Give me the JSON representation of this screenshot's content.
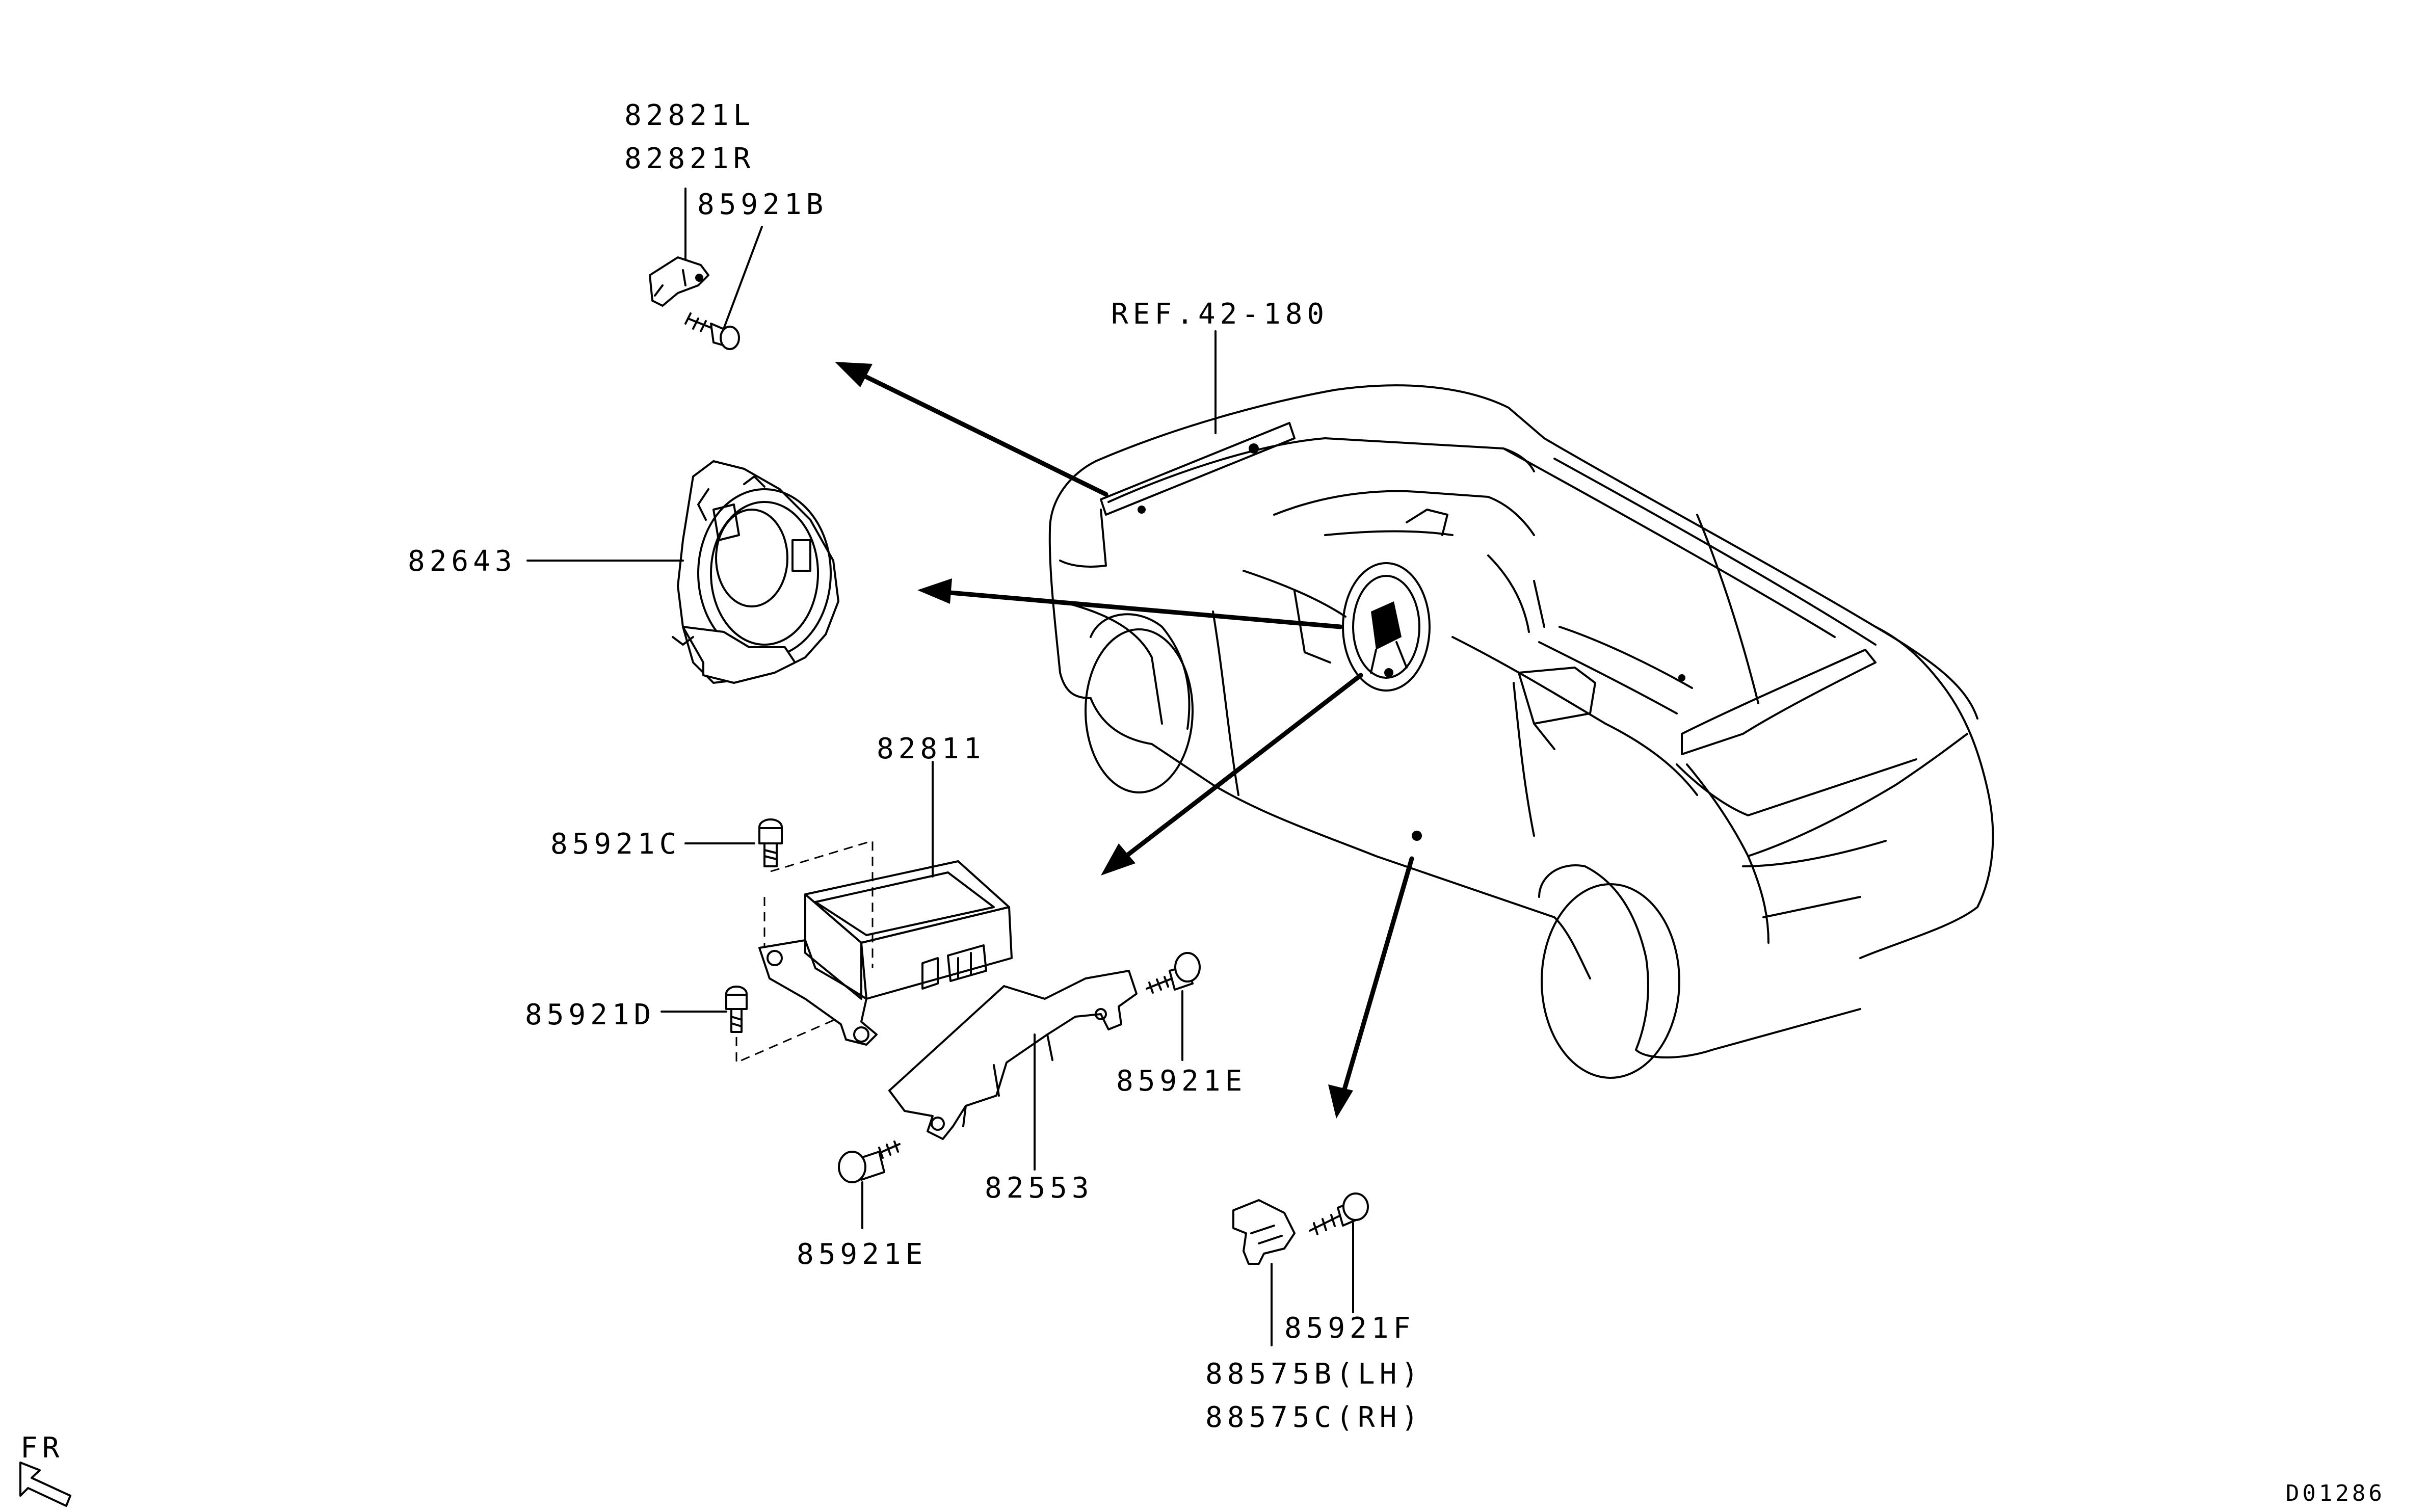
{
  "diagram_code": "D01286",
  "direction_label": "FR",
  "reference_label": "REF.42-180",
  "callouts": {
    "c82821L": "82821L",
    "c82821R": "82821R",
    "c85921B": "85921B",
    "c82643": "82643",
    "c82811": "82811",
    "c85921C": "85921C",
    "c85921D": "85921D",
    "c85921E_right": "85921E",
    "c85921E_bottom": "85921E",
    "c82553": "82553",
    "c85921F": "85921F",
    "c88575B": "88575B(LH)",
    "c88575C": "88575C(RH)"
  }
}
